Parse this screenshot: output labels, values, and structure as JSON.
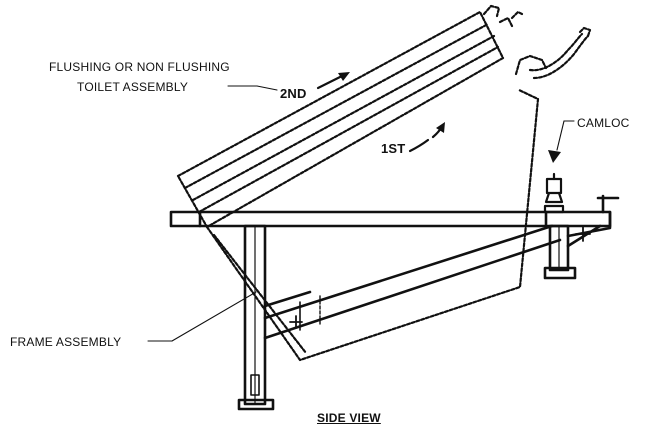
{
  "labels": {
    "toilet_line1": "FLUSHING OR NON FLUSHING",
    "toilet_line2": "TOILET ASSEMBLY",
    "step_2nd": "2ND",
    "step_1st": "1ST",
    "camloc": "CAMLOC",
    "frame": "FRAME ASSEMBLY",
    "view_title": "SIDE VIEW"
  },
  "colors": {
    "line": "#111111",
    "background": "#ffffff"
  }
}
